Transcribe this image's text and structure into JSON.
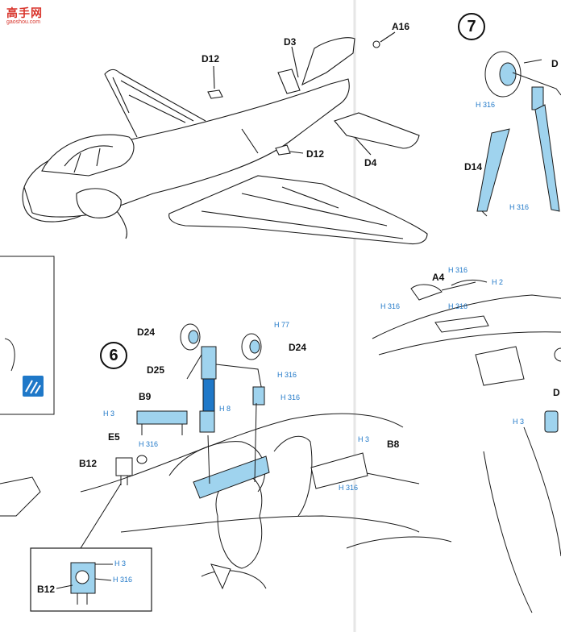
{
  "watermark": {
    "text": "高手网",
    "url": "gaoshou.com"
  },
  "steps": {
    "step6": "6",
    "step7": "7"
  },
  "parts": {
    "a16": "A16",
    "d3": "D3",
    "d12_top": "D12",
    "d12_right": "D12",
    "d4": "D4",
    "d14": "D14",
    "a4": "A4",
    "d24_left": "D24",
    "d24_right": "D24",
    "d25": "D25",
    "b9": "B9",
    "e5": "E5",
    "b12_main": "B12",
    "b12_inset": "B12",
    "b8": "B8",
    "d_right_top": "D",
    "d_right_mid": "D"
  },
  "paint_codes": {
    "h316_wheel7": "H 316",
    "h316_d14": "H 316",
    "h316_a4_top": "H 316",
    "h2": "H 2",
    "h316_a4_left": "H 316",
    "h316_a4_right": "H 316",
    "h77": "H 77",
    "h316_wheel6": "H 316",
    "h8": "H 8",
    "h3_b9": "H 3",
    "h316_b9": "H 316",
    "h316_well": "H 316",
    "h3_b8": "H 3",
    "h316_b8": "H 316",
    "h3_inset": "H 3",
    "h316_inset": "H 316",
    "h3_right": "H 3"
  },
  "colors": {
    "highlight_blue": "#9fd3ee",
    "paint_code_blue": "#1f78c8",
    "line": "#1a1a1a",
    "watermark_red": "#d8332a"
  },
  "icons": {
    "brand_logo": "brand-logo-icon"
  }
}
